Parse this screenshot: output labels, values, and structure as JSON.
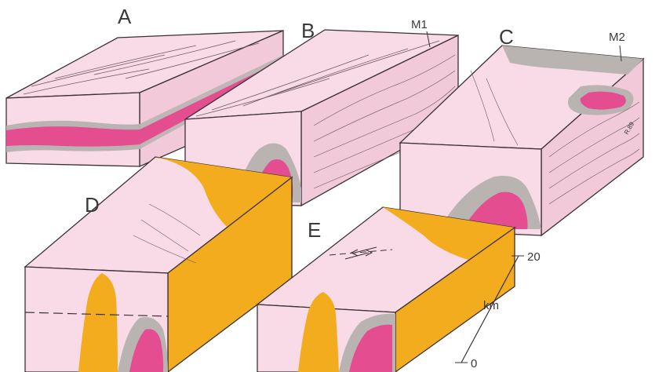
{
  "panels": {
    "a": "A",
    "b": "B",
    "c": "C",
    "d": "D",
    "e": "E"
  },
  "markers": {
    "m1": "M1",
    "m2": "M2"
  },
  "scale": {
    "top": "20",
    "unit": "km",
    "bottom": "0"
  },
  "signature": "R.89",
  "colors": {
    "rock": "#f8dbe6",
    "rock_side": "#f1c9d8",
    "magenta_layer": "#e44d8f",
    "grey_layer": "#b9b4b2",
    "orange": "#f2ac1e",
    "line": "#3b3135"
  }
}
